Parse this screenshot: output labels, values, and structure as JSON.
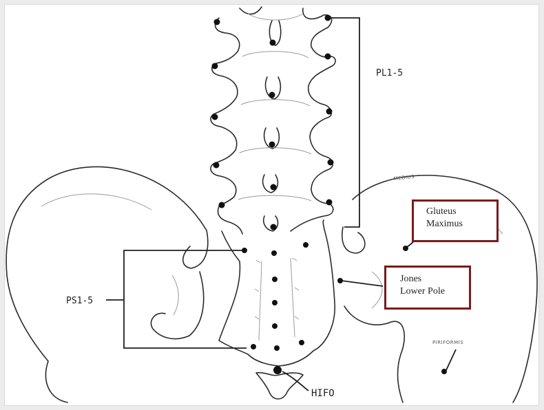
{
  "labels": {
    "pl": "PL1-5",
    "ps": "PS1-5",
    "hifo": "HIFO",
    "gluteus": [
      "Gluteus",
      "Maximus"
    ],
    "jones": [
      "Jones",
      "Lower Pole"
    ],
    "piriformis": "PIRIFORMIS",
    "medius": "MEDIUS"
  },
  "colors": {
    "box_border": "#7a1a1a",
    "ink": "#1e1e1e",
    "background": "#ffffff"
  }
}
